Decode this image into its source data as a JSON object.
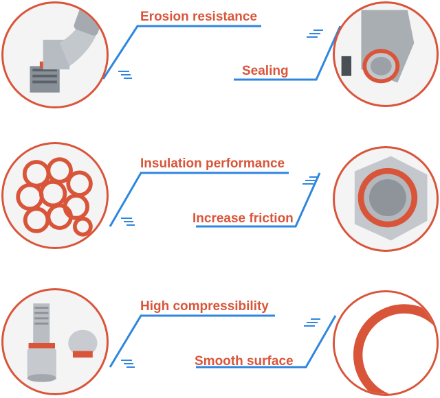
{
  "features": [
    {
      "label": "Erosion resistance",
      "icon": "elbow-fitting-with-o-ring-image"
    },
    {
      "label": "Sealing",
      "icon": "fitting-with-o-ring-image"
    },
    {
      "label": "Insulation performance",
      "icon": "o-rings-pile-image"
    },
    {
      "label": "Increase friction",
      "icon": "hex-nut-with-o-ring-image"
    },
    {
      "label": "High compressibility",
      "icon": "screws-with-o-ring-image"
    },
    {
      "label": "Smooth surface",
      "icon": "o-ring-closeup-image"
    }
  ],
  "colors": {
    "accent": "#d9553a",
    "line": "#2e86de"
  }
}
